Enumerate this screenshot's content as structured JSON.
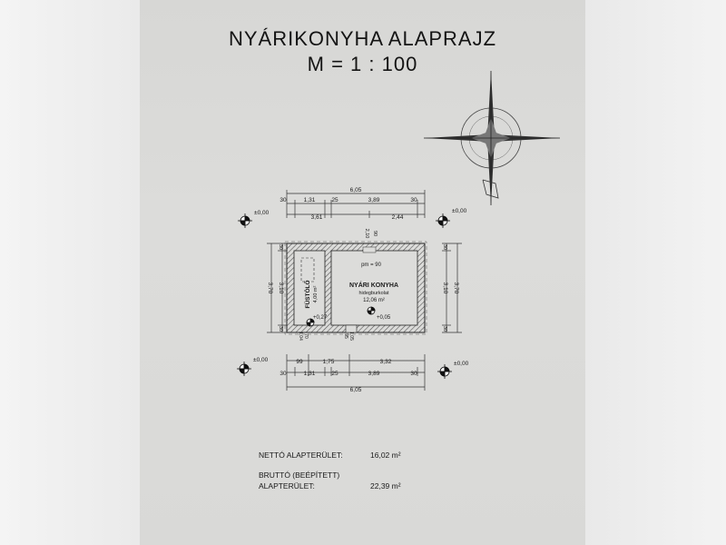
{
  "title": "NYÁRIKONYHA ALAPRAJZ",
  "scale": "M = 1 : 100",
  "dimensions": {
    "top_total": "6,05",
    "top_segments": [
      "30",
      "1,31",
      "25",
      "3,89",
      "30"
    ],
    "top_axes": [
      "3,61",
      "2,44"
    ],
    "bottom_axes": [
      "99",
      "1,75",
      "3,32"
    ],
    "bottom_segments": [
      "30",
      "1,31",
      "25",
      "3,89",
      "30"
    ],
    "bottom_total": "6,05",
    "left_outer": "3,70",
    "left_inner": [
      "30",
      "3,10",
      "30"
    ],
    "right_outer": "3,70",
    "right_inner": [
      "30",
      "3,10",
      "30"
    ],
    "door_width": "90",
    "door_height": "2,10",
    "small_dims": [
      "1,04",
      "70",
      "95",
      "1,05"
    ]
  },
  "levels": {
    "top_left": "±0,00",
    "top_right": "±0,00",
    "bottom_left": "±0,00",
    "bottom_right": "±0,00",
    "chimney_level": "+0,27",
    "kitchen_level": "+0,05"
  },
  "rooms": {
    "chimney_label": "FÜSTÖLŐ",
    "chimney_area": "4,00 m²",
    "kitchen_label": "NYÁRI KONYHA",
    "kitchen_floor": "hidegburkolat",
    "kitchen_area": "12,06 m²",
    "kitchen_note": "pm = 90"
  },
  "summary": {
    "net_label": "NETTÓ ALAPTERÜLET:",
    "net_value": "16,02 m²",
    "gross_label_1": "BRUTTÓ (BEÉPÍTETT)",
    "gross_label_2": "ALAPTERÜLET:",
    "gross_value": "22,39 m²"
  }
}
